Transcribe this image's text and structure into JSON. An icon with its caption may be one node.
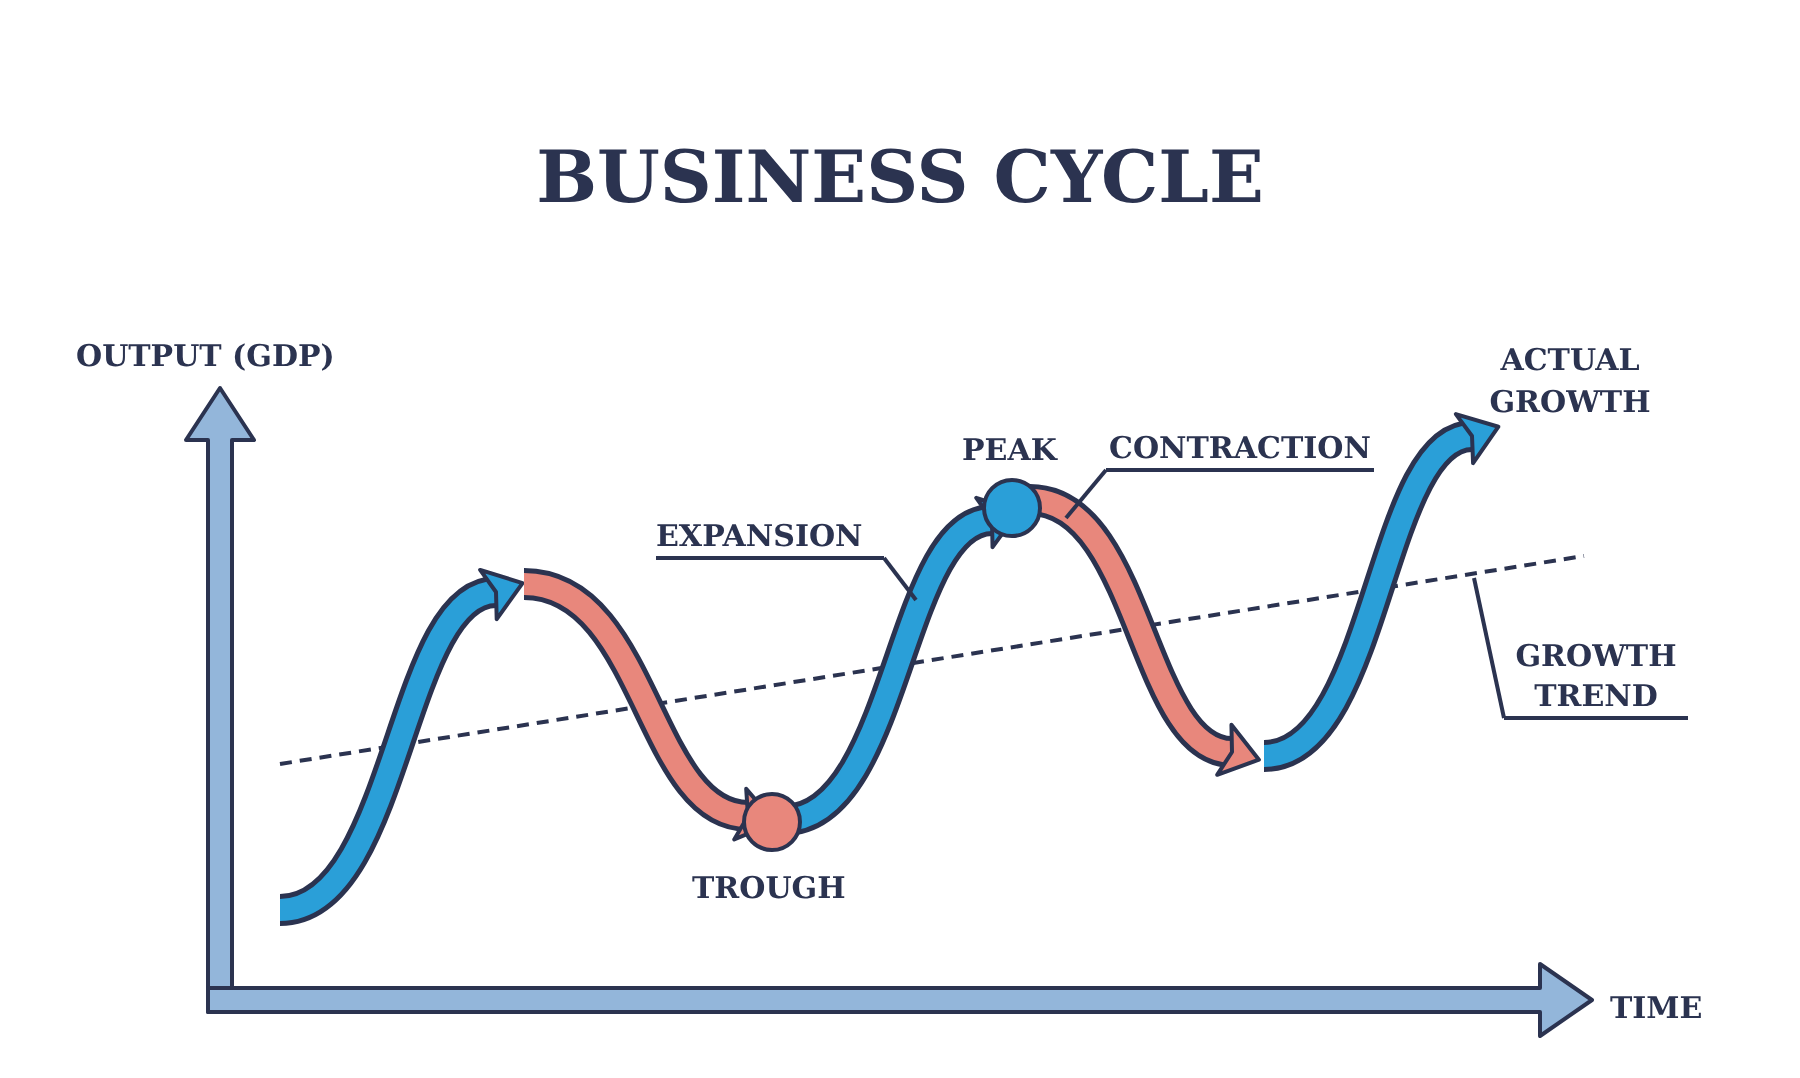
{
  "diagram": {
    "title": "BUSINESS CYCLE",
    "nodes": [
      {
        "text": [
          "CONTRACTION"
        ]
      },
      {
        "text": [
          "EXPANSION"
        ]
      },
      {
        "text": [
          "GROWTH TREND"
        ]
      }
    ],
    "edges": [
      {
        "from": 0,
        "to": null,
        "arrow": "none"
      },
      {
        "from": 1,
        "to": null,
        "arrow": "none"
      },
      {
        "from": 2,
        "to": null,
        "arrow": "none"
      }
    ],
    "labels": [
      "OUTPUT (GDP)",
      "ACTUAL GROWTH",
      "PEAK",
      "TROUGH",
      "TIME"
    ]
  }
}
